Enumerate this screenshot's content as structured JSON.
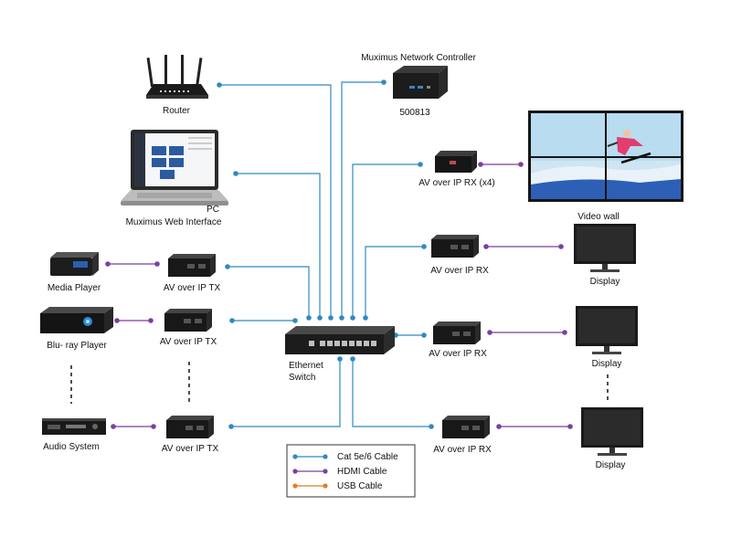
{
  "devices": {
    "router": "Router",
    "controller_title": "Muximus Network Controller",
    "controller_model": "500813",
    "pc_screen_label": "PC",
    "web_interface": "Muximus Web Interface",
    "video_wall": "Video wall",
    "rx_x4": "AV over IP RX (x4)",
    "rx_1": "AV over IP RX",
    "rx_2": "AV over IP RX",
    "rx_3": "AV over IP RX",
    "display_1": "Display",
    "display_2": "Display",
    "display_3": "Display",
    "media_player": "Media Player",
    "bluray": "Blu- ray Player",
    "audio_system": "Audio System",
    "tx_1": "AV over IP TX",
    "tx_2": "AV over IP TX",
    "tx_3": "AV over IP TX",
    "switch_line1": "Ethernet",
    "switch_line2": "Switch"
  },
  "legend": [
    {
      "label": "Cat 5e/6 Cable",
      "color": "#2e8bc0"
    },
    {
      "label": "HDMI Cable",
      "color": "#7b3fa0"
    },
    {
      "label": "USB Cable",
      "color": "#e27d2a"
    }
  ]
}
